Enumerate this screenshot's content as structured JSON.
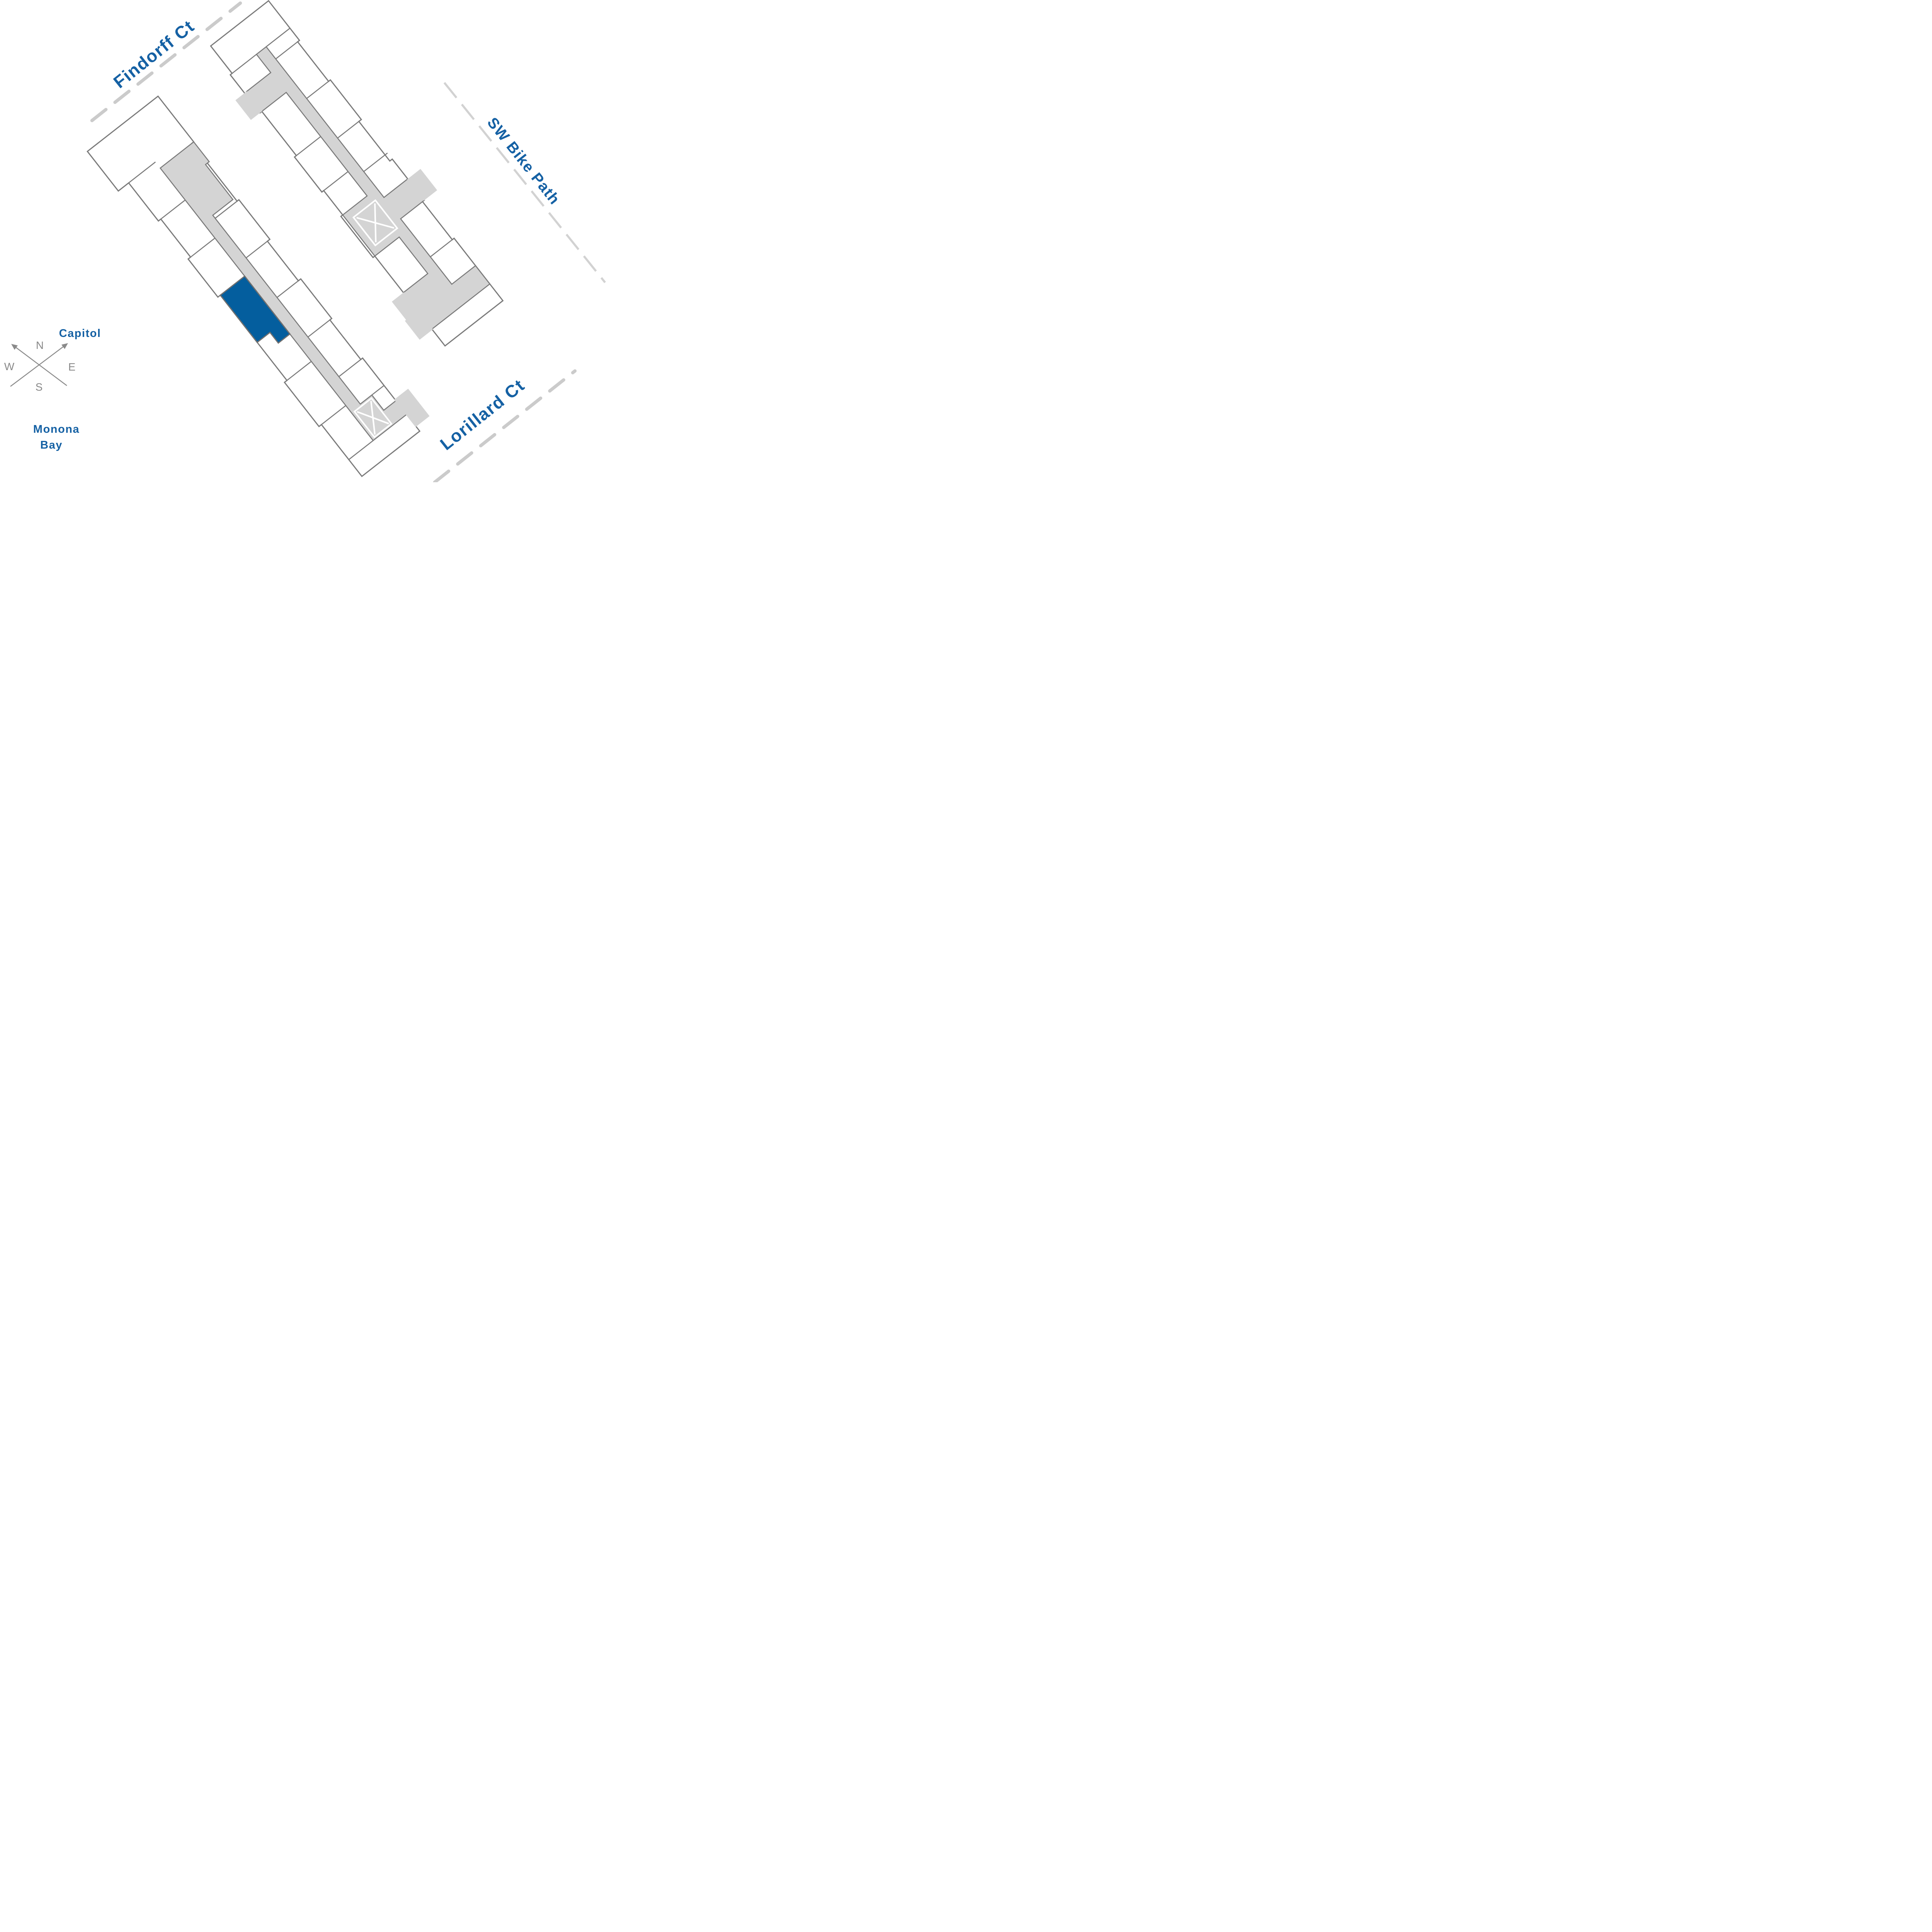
{
  "labels": {
    "findorff": "Findorff Ct",
    "bike_path": "SW Bike Path",
    "lorillard": "Lorillard Ct",
    "capitol": "Capitol",
    "monona_line1": "Monona",
    "monona_line2": "Bay",
    "compass_n": "N",
    "compass_e": "E",
    "compass_s": "S",
    "compass_w": "W"
  },
  "colors": {
    "label_blue": "#1561A4",
    "unit_highlight": "#045E9E",
    "wall_gray": "#7A7A7A",
    "corridor_gray": "#D4D4D4",
    "dash_gray": "#CBCBCB",
    "bike_dash_gray": "#D2D2D2",
    "compass_gray": "#8A8A8A",
    "stair_mark": "#FFFFFF",
    "background": "#FFFFFF"
  },
  "map": {
    "highlighted_unit": {
      "building": "west-building",
      "state": "selected"
    },
    "buildings": [
      "west-building",
      "east-building"
    ],
    "stair_markers": 2
  }
}
